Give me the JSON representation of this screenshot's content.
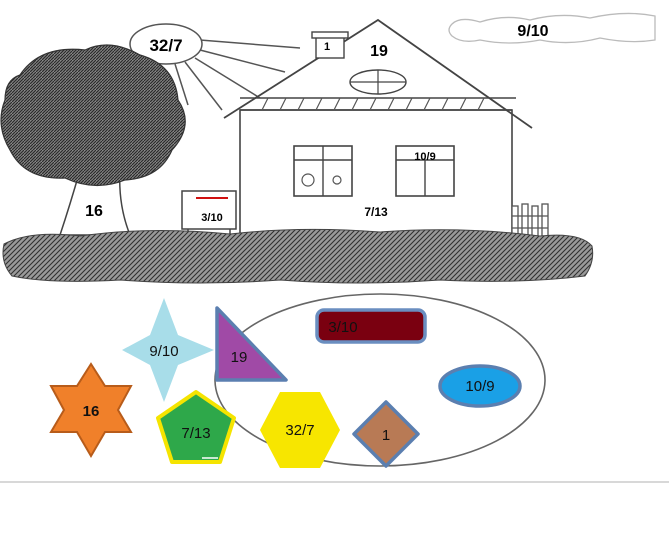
{
  "scene_labels": {
    "sun": "32/7",
    "cloud": "9/10",
    "chimney": "1",
    "roof": "19",
    "window_right": "10/9",
    "wall": "7/13",
    "mailbox": "3/10",
    "tree": "16"
  },
  "shape_labels": {
    "star4": "9/10",
    "triangle": "19",
    "rectangle": "3/10",
    "ellipse": "10/9",
    "star6": "16",
    "pentagon": "7/13",
    "hexagon": "32/7",
    "diamond": "1"
  },
  "colors": {
    "star4": "#a8dde9",
    "triangle": "#a04aa6",
    "triangle_border": "#5b7fb0",
    "rectangle": "#7a0010",
    "rectangle_border": "#6a8ec0",
    "ellipse": "#1aa0e6",
    "ellipse_border": "#5b7fb0",
    "star6": "#f0802a",
    "star6_border": "#b85c1a",
    "pentagon": "#2ea84a",
    "pentagon_border": "#f5e400",
    "hexagon": "#f7e600",
    "diamond": "#b87a55",
    "diamond_border": "#5b7fb0",
    "grass": "#5a5a5a",
    "tree": "#4a4a4a"
  }
}
